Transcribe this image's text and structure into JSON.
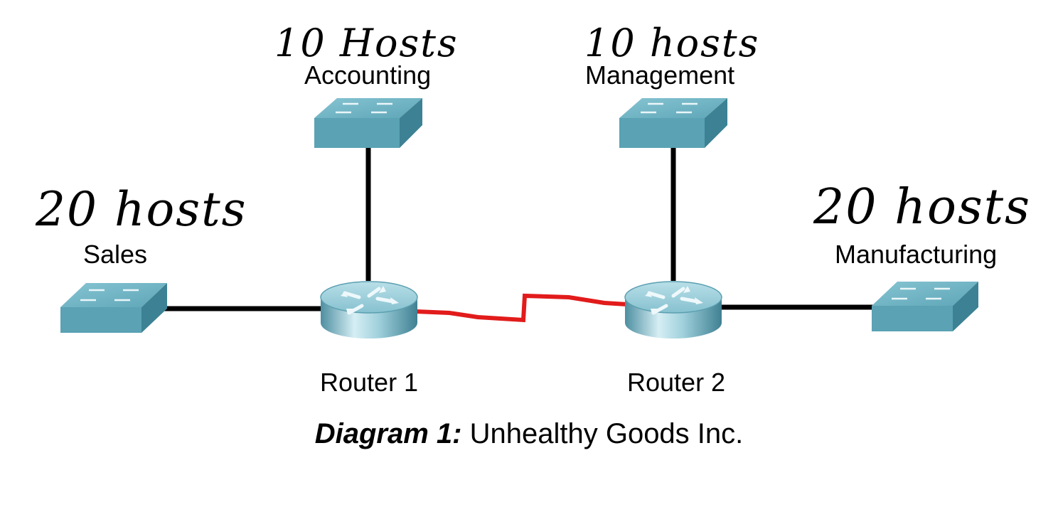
{
  "diagram": {
    "caption_bold": "Diagram 1:",
    "caption_text": " Unhealthy Goods Inc.",
    "routers": [
      {
        "id": "r1",
        "label": "Router 1"
      },
      {
        "id": "r2",
        "label": "Router 2"
      }
    ],
    "switches": [
      {
        "id": "accounting",
        "label": "Accounting",
        "hosts_note": "10 Hosts"
      },
      {
        "id": "management",
        "label": "Management",
        "hosts_note": "10 hosts"
      },
      {
        "id": "sales",
        "label": "Sales",
        "hosts_note": "20 hosts"
      },
      {
        "id": "manufacturing",
        "label": "Manufacturing",
        "hosts_note": "20 hosts"
      }
    ],
    "links": [
      {
        "from": "sales",
        "to": "r1",
        "type": "ethernet"
      },
      {
        "from": "accounting",
        "to": "r1",
        "type": "ethernet"
      },
      {
        "from": "r1",
        "to": "r2",
        "type": "serial"
      },
      {
        "from": "management",
        "to": "r2",
        "type": "ethernet"
      },
      {
        "from": "r2",
        "to": "manufacturing",
        "type": "ethernet"
      }
    ],
    "colors": {
      "ethernet_link": "#000000",
      "serial_link": "#e21b1b",
      "switch_top": "#6fb3c3",
      "switch_side": "#3f8fa3",
      "router_body": "#7fb8c8"
    }
  }
}
